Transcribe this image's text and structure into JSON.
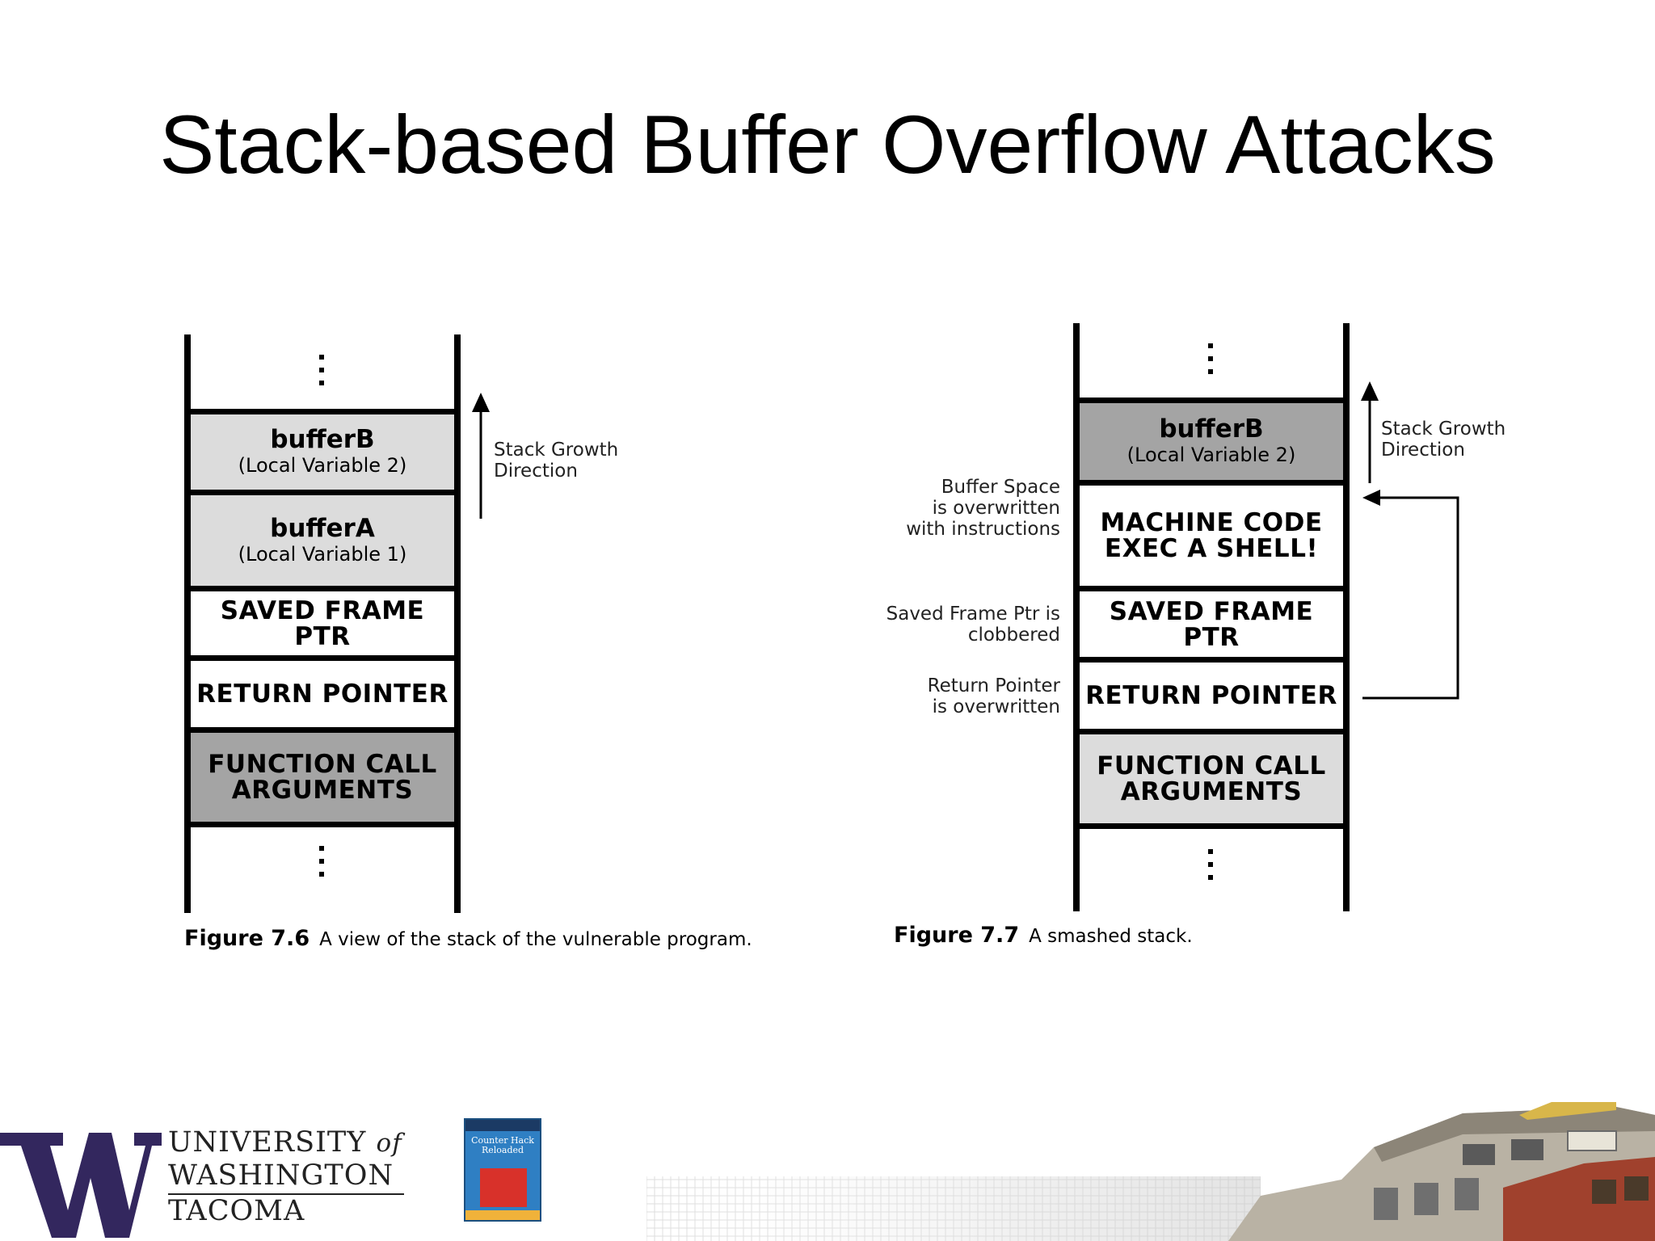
{
  "title": "Stack-based Buffer Overflow Attacks",
  "colors": {
    "light_gray": "#dcdcdc",
    "dark_gray": "#a4a4a4",
    "uw_purple": "#33275e"
  },
  "figure_left": {
    "cells": {
      "bufferB": {
        "label": "bufferB",
        "sub": "(Local Variable 2)"
      },
      "bufferA": {
        "label": "bufferA",
        "sub": "(Local Variable 1)"
      },
      "saved_frame": {
        "label": "SAVED FRAME PTR"
      },
      "return_ptr": {
        "label": "RETURN POINTER"
      },
      "func_args": {
        "line1": "FUNCTION CALL",
        "line2": "ARGUMENTS"
      }
    },
    "arrow_label": {
      "line1": "Stack Growth",
      "line2": "Direction"
    },
    "caption": {
      "number": "Figure 7.6",
      "text": "A view of the stack of the vulnerable program."
    }
  },
  "figure_right": {
    "cells": {
      "bufferB": {
        "label": "bufferB",
        "sub": "(Local Variable 2)"
      },
      "machine_code": {
        "line1": "MACHINE CODE",
        "line2": "EXEC A SHELL!"
      },
      "saved_frame": {
        "label": "SAVED FRAME PTR"
      },
      "return_ptr": {
        "label": "RETURN POINTER"
      },
      "func_args": {
        "line1": "FUNCTION CALL",
        "line2": "ARGUMENTS"
      }
    },
    "arrow_label": {
      "line1": "Stack Growth",
      "line2": "Direction"
    },
    "notes": {
      "buffer_space": {
        "line1": "Buffer Space",
        "line2": "is overwritten",
        "line3": "with instructions"
      },
      "saved_frame": {
        "line1": "Saved Frame Ptr is",
        "line2": "clobbered"
      },
      "return_ptr": {
        "line1": "Return Pointer",
        "line2": "is overwritten"
      }
    },
    "caption": {
      "number": "Figure 7.7",
      "text": "A smashed stack."
    }
  },
  "footer": {
    "university": {
      "line1": "UNIVERSITY",
      "of": "of",
      "line2": "WASHINGTON",
      "line3": "TACOMA"
    },
    "book_cover": {
      "line1": "Counter Hack",
      "line2": "Reloaded"
    },
    "logo_icon": "uw-w-logo-icon",
    "building_icon": "pinkerton-block-building-icon"
  }
}
